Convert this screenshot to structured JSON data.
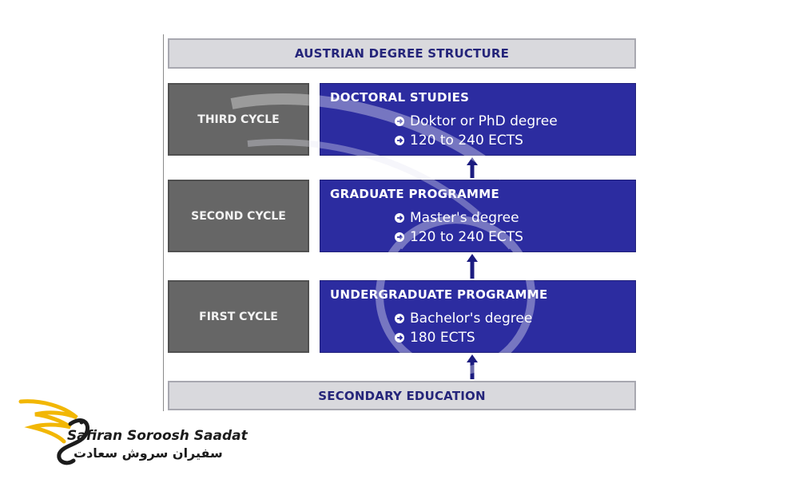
{
  "diagram": {
    "title": "AUSTRIAN DEGREE STRUCTURE",
    "footer": "SECONDARY EDUCATION",
    "cycles": [
      {
        "label": "THIRD CYCLE",
        "programme": "DOCTORAL STUDIES",
        "items": [
          "Doktor or PhD degree",
          "120 to 240 ECTS"
        ]
      },
      {
        "label": "SECOND CYCLE",
        "programme": "GRADUATE PROGRAMME",
        "items": [
          "Master's degree",
          "120 to 240 ECTS"
        ]
      },
      {
        "label": "FIRST CYCLE",
        "programme": "UNDERGRADUATE PROGRAMME",
        "items": [
          "Bachelor's degree",
          "180 ECTS"
        ]
      }
    ]
  },
  "brand": {
    "name_en": "Safiran Soroosh Saadat",
    "name_fa": "سفیران سروش سعادت"
  },
  "colors": {
    "programme_blue": "#2c2ca0",
    "cycle_gray": "#666666",
    "banner_gray": "#d9d9dd",
    "banner_text": "#25257a",
    "logo_gold": "#f2b705"
  },
  "icons": {
    "bullet": "right-arrow-circle-icon",
    "connector": "up-arrow-icon",
    "logo": "swan-logo-icon"
  }
}
